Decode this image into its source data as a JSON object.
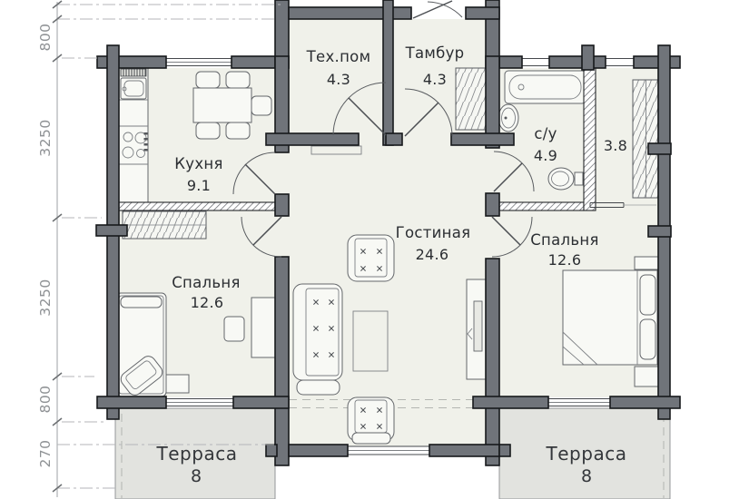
{
  "floorplan": {
    "type": "house-plan",
    "rooms": [
      {
        "id": "tech-room",
        "name": "Тех.пом",
        "area": "4.3"
      },
      {
        "id": "vestibule",
        "name": "Тамбур",
        "area": "4.3"
      },
      {
        "id": "kitchen",
        "name": "Кухня",
        "area": "9.1"
      },
      {
        "id": "bathroom",
        "name": "с/у",
        "area": "4.9"
      },
      {
        "id": "storage",
        "name": "",
        "area": "3.8"
      },
      {
        "id": "living-room",
        "name": "Гостиная",
        "area": "24.6"
      },
      {
        "id": "bedroom-left",
        "name": "Спальня",
        "area": "12.6"
      },
      {
        "id": "bedroom-right",
        "name": "Спальня",
        "area": "12.6"
      },
      {
        "id": "terrace-left",
        "name": "Терраса",
        "area": "8"
      },
      {
        "id": "terrace-right",
        "name": "Терраса",
        "area": "8"
      }
    ],
    "dimensions_left": [
      "800",
      "3250",
      "3250",
      "800",
      "270"
    ],
    "colors": {
      "wall": "#70747a",
      "wall_outline": "#17191c",
      "floor": "#f0f1ea",
      "terrace": "#e2e3df",
      "dimension_text": "#8f9295",
      "room_text": "#2b2e32"
    }
  }
}
